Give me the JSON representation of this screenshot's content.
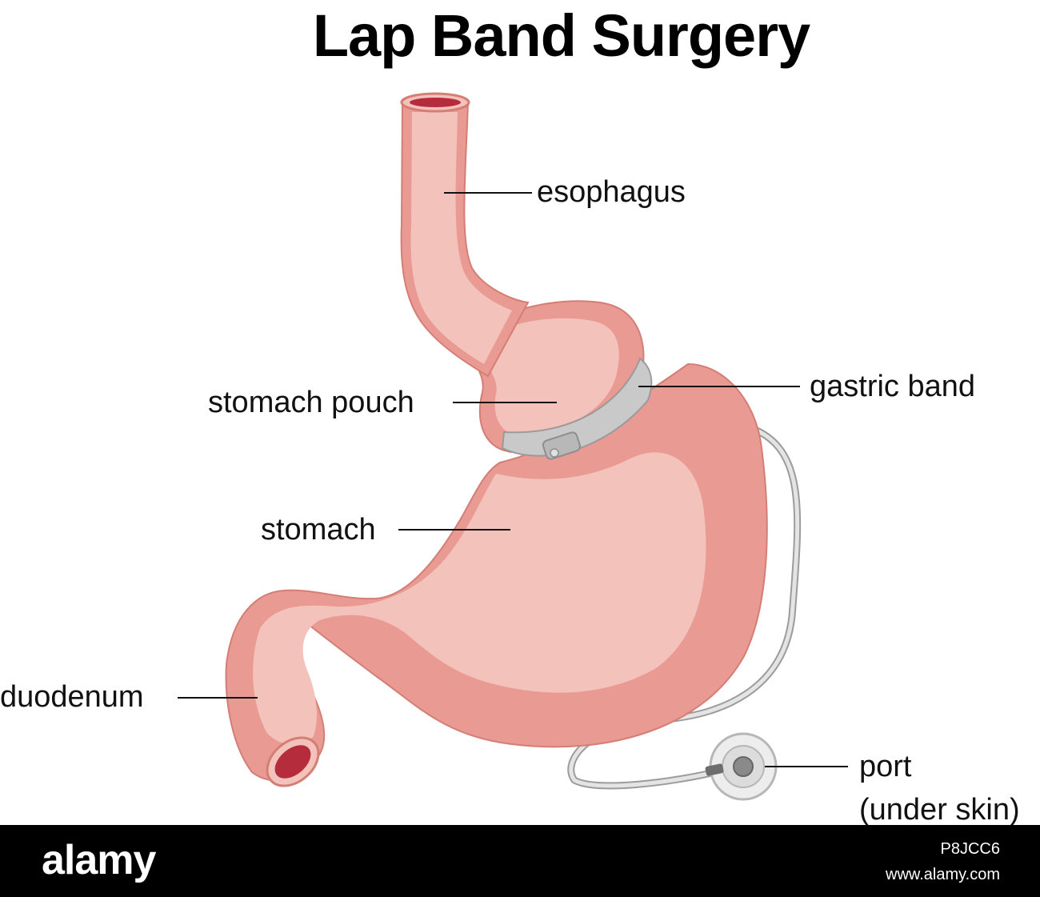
{
  "title": "Lap Band Surgery",
  "labels": {
    "esophagus": "esophagus",
    "gastric_band": "gastric band",
    "stomach_pouch": "stomach pouch",
    "stomach": "stomach",
    "duodenum": "duodenum",
    "port_line1": "port",
    "port_line2": "(under skin)"
  },
  "footer": {
    "brand": "alamy",
    "image_id": "P8JCC6",
    "url": "www.alamy.com"
  },
  "colors": {
    "organ_outer": "#e99a92",
    "organ_inner": "#f2c2bb",
    "organ_lumen": "#b52d3d",
    "band": "#c9c9c9",
    "tube": "#bdbdbd",
    "footer_bg": "#000000"
  }
}
